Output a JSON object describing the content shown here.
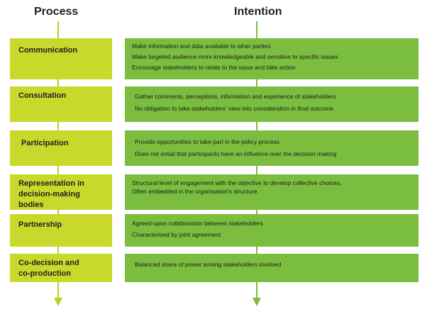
{
  "headers": {
    "process": "Process",
    "intention": "Intention"
  },
  "rows": [
    {
      "process": "Communication",
      "intention": [
        "Make information and data available to other parties",
        "Make targeted audience more knowledgeable and sensitive to specific issues",
        "Encourage stakeholders to relate to the issue and take action"
      ]
    },
    {
      "process": "Consultation",
      "intention": [
        "Gather comments, perceptions, information and experience of stakeholders",
        "No obligation to take stakeholders' view into consideration in final outcome"
      ]
    },
    {
      "process": "Participation",
      "intention": [
        "Provide opportunities to take part in the policy process",
        "Does not entail that participants have an influence over the decision making"
      ]
    },
    {
      "process": [
        "Representation in",
        "decision-making bodies"
      ],
      "intention": [
        "Structural level of engagement with the objective to develop collective choices.",
        "Often embedded in the organisation's structure."
      ]
    },
    {
      "process": "Partnership",
      "intention": [
        "Agreed-upon collaboration between stakeholders",
        "Characterised by joint agreement"
      ]
    },
    {
      "process": [
        "Co-decision and",
        "co-production"
      ],
      "intention": [
        "Balanced share of power among stakeholders involved"
      ]
    }
  ],
  "colors": {
    "process_fill": "#c8d92c",
    "intention_fill": "#7bbd3e",
    "text": "#1e1e1e"
  }
}
